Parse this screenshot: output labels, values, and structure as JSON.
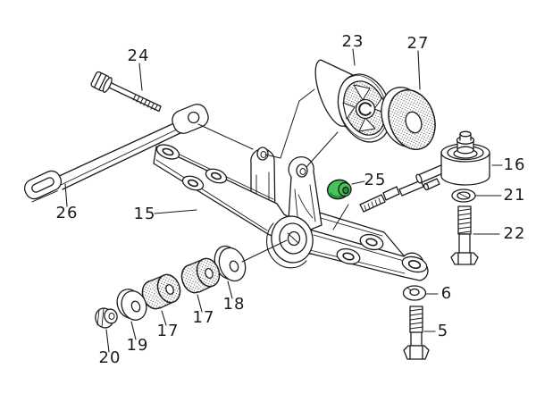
{
  "diagram": {
    "type": "exploded-parts-diagram",
    "background_color": "#ffffff",
    "line_color": "#1c1c1c",
    "highlight": {
      "part": "25",
      "fill": "#46c45a",
      "shade": "#1d9638"
    },
    "callouts": {
      "c5": "5",
      "c6": "6",
      "c15": "15",
      "c16": "16",
      "c17a": "17",
      "c17b": "17",
      "c18": "18",
      "c19": "19",
      "c20": "20",
      "c21": "21",
      "c22": "22",
      "c23": "23",
      "c24": "24",
      "c25": "25",
      "c26": "26",
      "c27": "27"
    }
  }
}
